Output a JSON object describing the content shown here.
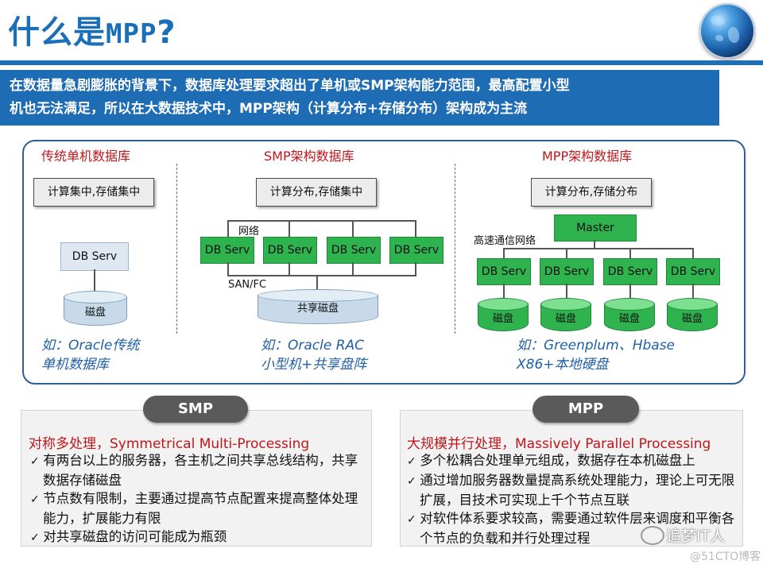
{
  "header": {
    "title_cn": "什么是",
    "title_latin": "MPP",
    "title_mark": "?",
    "intro_line1": "在数据量急剧膨胀的背景下，数据库处理要求超出了单机或SMP架构能力范围，最高配置小型",
    "intro_line2": "机也无法满足，所以在大数据技术中，MPP架构（计算分布+存储分布）架构成为主流"
  },
  "diagram": {
    "single": {
      "title": "传统单机数据库",
      "box": "计算集中,存储集中",
      "server": "DB Serv",
      "disk": "磁盘",
      "example_line1": "如：Oracle传统",
      "example_line2": "单机数据库"
    },
    "smp": {
      "title": "SMP架构数据库",
      "box": "计算分布,存储集中",
      "network": "网络",
      "servers": [
        "DB Serv",
        "DB Serv",
        "DB Serv",
        "DB Serv"
      ],
      "san": "SAN/FC",
      "disk": "共享磁盘",
      "example_line1": "如：Oracle RAC",
      "example_line2": "小型机+共享盘阵"
    },
    "mpp": {
      "title": "MPP架构数据库",
      "box": "计算分布,存储分布",
      "master": "Master",
      "network": "高速通信网络",
      "servers": [
        "DB Serv",
        "DB Serv",
        "DB Serv",
        "DB Serv"
      ],
      "disks": [
        "磁盘",
        "磁盘",
        "磁盘",
        "磁盘"
      ],
      "example_line1": "如：Greenplum、Hbase",
      "example_line2": "X86+本地硬盘"
    }
  },
  "smp_panel": {
    "pill": "SMP",
    "heading": "对称多处理，Symmetrical Multi-Processing",
    "bullets": [
      "有两台以上的服务器，各主机之间共享总线结构，共享数据存储磁盘",
      "节点数有限制，主要通过提高节点配置来提高整体处理能力，扩展能力有限",
      "对共享磁盘的访问可能成为瓶颈"
    ]
  },
  "mpp_panel": {
    "pill": "MPP",
    "heading": "大规模并行处理，Massively Parallel Processing",
    "bullets": [
      "多个松耦合处理单元组成，数据存在本机磁盘上",
      "通过增加服务器数量提高系统处理能力，理论上可无限扩展，目技术可实现上千个节点互联",
      "对软件体系要求较高，需要通过软件层来调度和平衡各个节点的负载和并行处理过程"
    ]
  },
  "watermark": {
    "name": "追梦IT人",
    "site": "@51CTO博客"
  },
  "colors": {
    "title_blue": "#1a6fb8",
    "intro_bg": "#1e6cb4",
    "heading_red": "#c0161b",
    "example_blue": "#1f5fa6",
    "db_green": "#2fb34f",
    "pill_gray": "#5a5a5a"
  }
}
